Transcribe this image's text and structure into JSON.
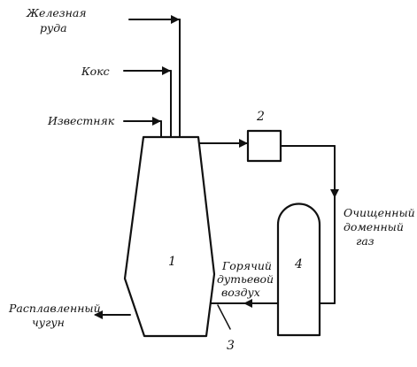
{
  "inputs": {
    "iron_ore": [
      "Железная",
      "руда"
    ],
    "coke": "Кокс",
    "limestone": "Известняк"
  },
  "outputs": {
    "pig_iron": [
      "Расплавленный",
      "чугун"
    ],
    "cleaned_gas": [
      "Очищенный",
      "доменный",
      "газ"
    ],
    "hot_blast": [
      "Горячий",
      "дутьевой",
      "воздух"
    ]
  },
  "numbers": {
    "furnace": "1",
    "cleaner": "2",
    "tuyere": "3",
    "stove": "4"
  },
  "colors": {
    "ink": "#111111",
    "paper": "#ffffff"
  }
}
